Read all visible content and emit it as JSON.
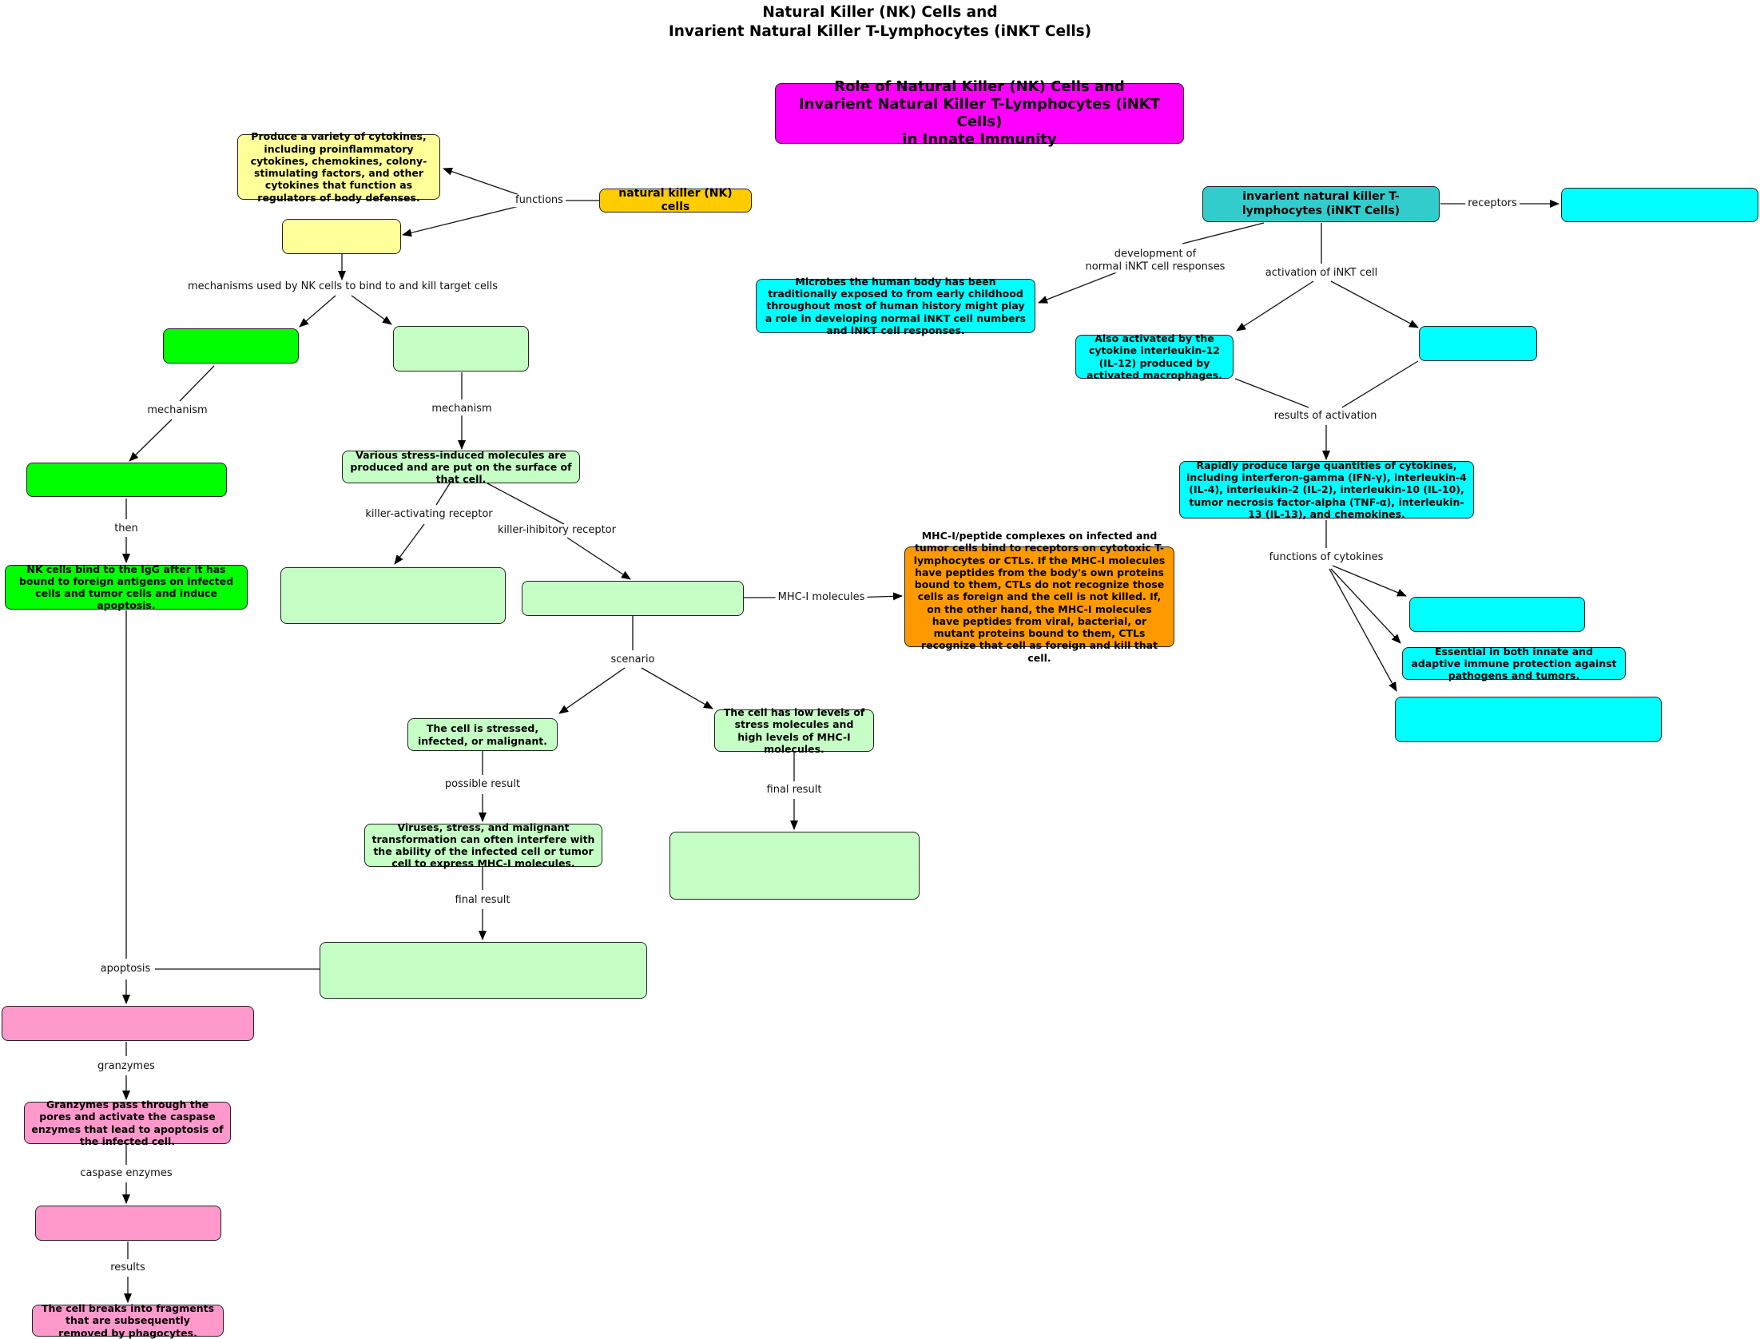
{
  "title": {
    "line1": "Natural Killer (NK) Cells and",
    "line2": "Invarient Natural Killer T-Lymphocytes (iNKT Cells)"
  },
  "nodes": {
    "role": "Role of Natural Killer (NK) Cells and\nInvarient Natural Killer T-Lymphocytes (iNKT Cells)\nin Innate Immunity",
    "cytokines_nk": "Produce a variety of cytokines, including proinflammatory cytokines, chemokines, colony-stimulating factors, and other cytokines that function as regulators of body defenses.",
    "nk_cells": "natural killer (NK) cells",
    "nk_blank": "",
    "adcc_blank": "",
    "nk_receptor_blank": "",
    "adcc_mech_blank": "",
    "stress_molecules": "Various stress-induced molecules are produced and are put on the surface of that cell.",
    "nk_bind_igg": "NK cells bind to the IgG after it has bound to foreign antigens on infected cells and tumor cells and induce apoptosis.",
    "activating_blank": "",
    "inhibitory_blank": "",
    "mhc_complex": "MHC-I/peptide complexes on infected and tumor cells bind to receptors on cytotoxic T-lymphocytes or CTLs. If the MHC-I molecules have peptides from the body's own proteins bound to them, CTLs do not recognize those cells as foreign and the cell is not killed. If, on the other hand, the MHC-I molecules have peptides from viral, bacterial, or mutant proteins bound to them, CTLs recognize that cell as foreign and kill that cell.",
    "stressed_cell": "The cell is stressed, infected, or malignant.",
    "low_stress": "The cell has low levels of stress molecules and high levels of MHC-I molecules.",
    "viruses": "Viruses, stress, and malignant transformation can often interfere with the ability of the infected cell or tumor cell to express MHC-I molecules.",
    "not_killed_blank": "",
    "killed_blank": "",
    "perforin_blank": "",
    "granzymes": "Granzymes pass through the pores and activate the caspase enzymes that lead to apoptosis of the infected cell.",
    "caspase_blank": "",
    "fragments": "The cell breaks into fragments that are subsequently removed by phagocytes.",
    "inkt": "invarient natural killer T-lymphocytes (iNKT Cells)",
    "receptors_blank": "",
    "microbes": "Microbes the human body has been traditionally exposed to from early childhood throughout most of human history might play a role in developing normal iNKT cell numbers and iNKT cell responses.",
    "il12": "Also activated by the cytokine interleukin-12 (IL-12) produced by activated macrophages.",
    "activation_blank": "",
    "rapid": "Rapidly produce large quantities of cytokines, including interferon-gamma (IFN-γ), interleukin-4 (IL-4), interleukin-2 (IL-2), interleukin-10 (IL-10), tumor necrosis factor-alpha (TNF-α), interleukin-13 (IL-13), and chemokines.",
    "func_blank1": "",
    "essential": "Essential in both innate and adaptive immune protection against pathogens and tumors.",
    "func_blank2": ""
  },
  "labels": {
    "functions": "functions",
    "mechanisms": "mechanisms used by NK cells to bind to and kill target cells",
    "mechanism_left": "mechanism",
    "mechanism_right": "mechanism",
    "then": "then",
    "killer_activating": "killer-activating receptor",
    "killer_inhibitory": "killer-ihibitory receptor",
    "mhc_molecules": "MHC-I molecules",
    "scenario": "scenario",
    "possible_result": "possible result",
    "final_result_left": "final result",
    "final_result_right": "final result",
    "apoptosis": "apoptosis",
    "granzymes": "granzymes",
    "caspase_enzymes": "caspase enzymes",
    "results": "results",
    "receptors": "receptors",
    "development": "development of\nnormal iNKT cell responses",
    "activation": "activation of iNKT cell",
    "results_activation": "results of activation",
    "functions_cytokines": "functions of cytokines"
  },
  "colors": {
    "yellow": "#ffff99",
    "orange": "#ffcc00",
    "bright_green": "#00ff00",
    "light_green": "#c6ffc6",
    "pink": "#ff99cc",
    "cyan": "#00ffff",
    "teal": "#33cccc",
    "mhc_orange": "#ff9900",
    "magenta": "#ff00ff"
  }
}
